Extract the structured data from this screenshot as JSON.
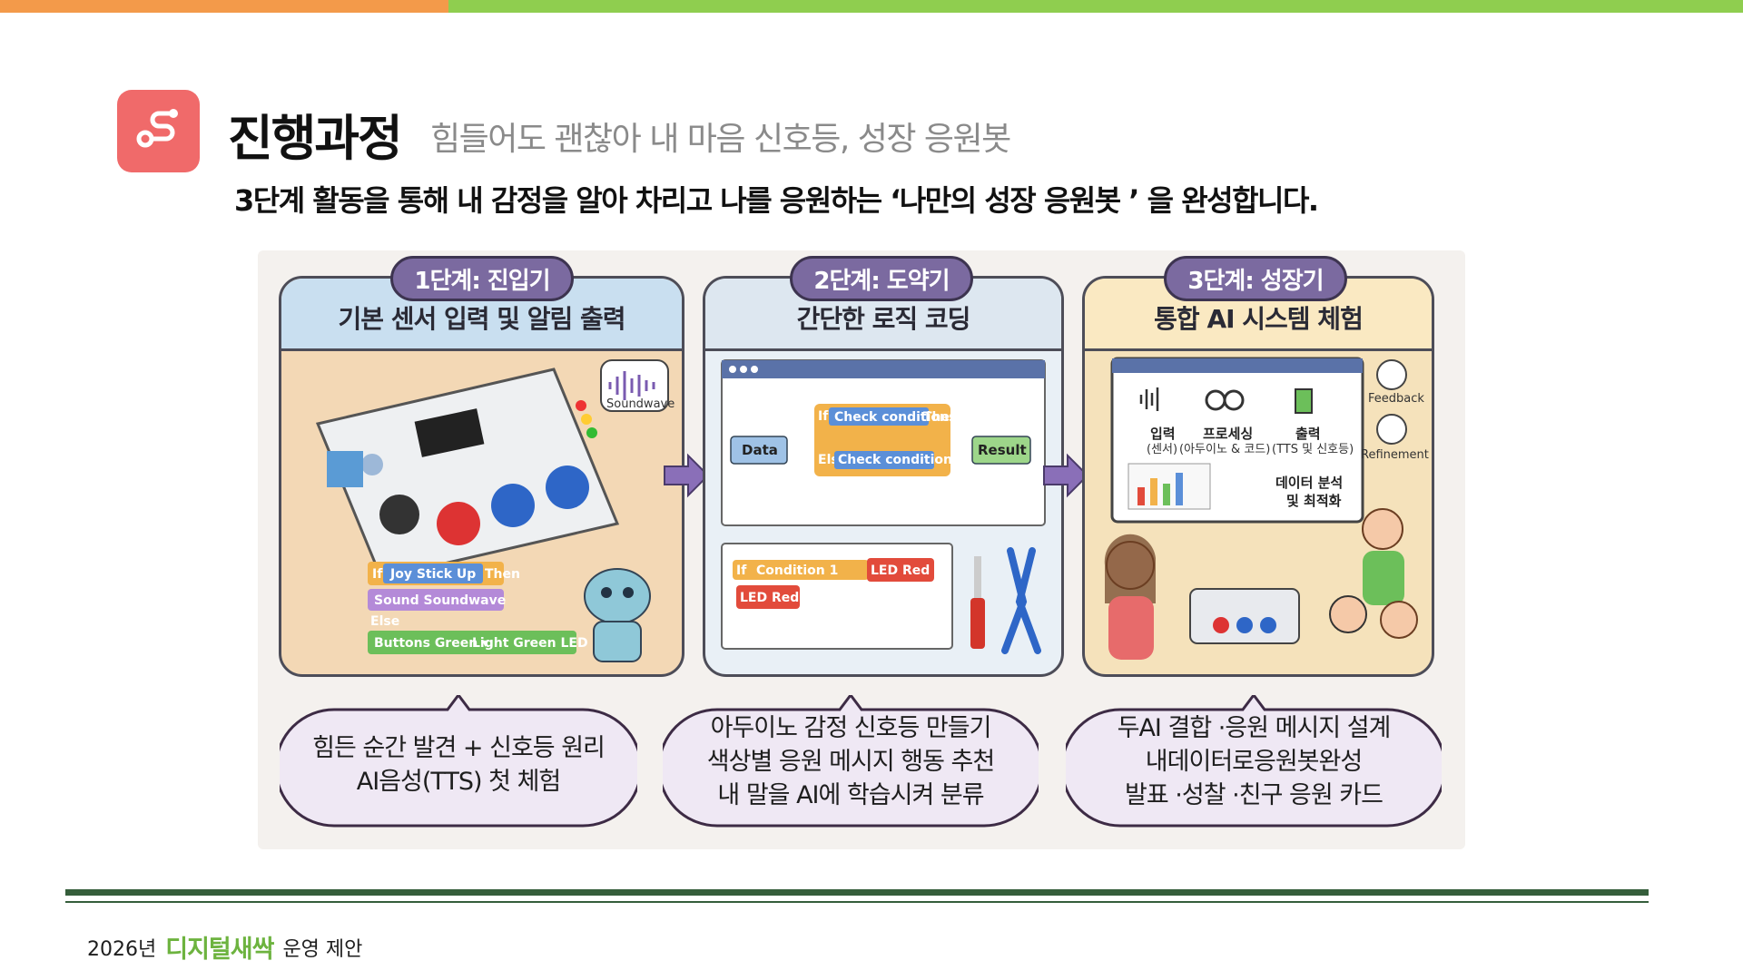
{
  "header": {
    "title": "진행과정",
    "subtitle": "힘들어도 괜찮아 내 마음 신호등, 성장 응원봇",
    "lead": "3단계 활동을 통해 내 감정을 알아 차리고 나를 응원하는 ‘나만의 성장 응원봇 ’ 을 완성합니다."
  },
  "icons": {
    "title": "route-icon"
  },
  "colors": {
    "top_orange": "#f39a4a",
    "top_green": "#8fce4f",
    "icon_bg": "#f06a6a",
    "rule": "#355e3b",
    "brand": "#6db33f",
    "pill": "#7b6aa0"
  },
  "stages": [
    {
      "badge": "1단계: 진입기",
      "heading": "기본 센서 입력 및 알림 출력",
      "labels": {
        "soundwave": "Soundwave",
        "if": "If",
        "joystick": "Joy Stick Up",
        "then": "Then",
        "sound": "Sound Soundwave",
        "else": "Else",
        "buttons": "Buttons Green ▾",
        "light": "Light Green LED"
      },
      "caption": [
        "힘든 순간 발견 + 신호등 원리",
        "AI음성(TTS) 첫 체험"
      ]
    },
    {
      "badge": "2단계: 도약기",
      "heading": "간단한 로직 코딩",
      "labels": {
        "data": "Data",
        "if": "If",
        "check1": "Check conditions",
        "then": "Then",
        "else": "Else",
        "check2": "Check conditions",
        "result": "Result",
        "if2": "If",
        "condition": "Condition 1",
        "led1": "LED Red",
        "led2": "LED Red"
      },
      "caption": [
        "아두이노 감정 신호등 만들기",
        "색상별 응원 메시지 행동 추천",
        "내 말을 AI에 학습시켜 분류"
      ]
    },
    {
      "badge": "3단계: 성장기",
      "heading": "통합 AI 시스템 체험",
      "labels": {
        "input": "입력",
        "input_sub": "(센서)",
        "process": "프로세싱",
        "process_sub": "(아두이노 & 코드)",
        "output": "출력",
        "output_sub": "(TTS 및 신호등)",
        "analysis1": "데이터 분석",
        "analysis2": "및 최적화",
        "feedback": "Feedback",
        "refinement": "Refinement"
      },
      "caption": [
        "두AI 결합 ·응원 메시지 설계",
        "내데이터로응원봇완성",
        "발표 ·성찰 ·친구 응원 카드"
      ]
    }
  ],
  "footer": {
    "year": "2026년",
    "brand": "디지털새싹",
    "rest": "운영 제안"
  }
}
